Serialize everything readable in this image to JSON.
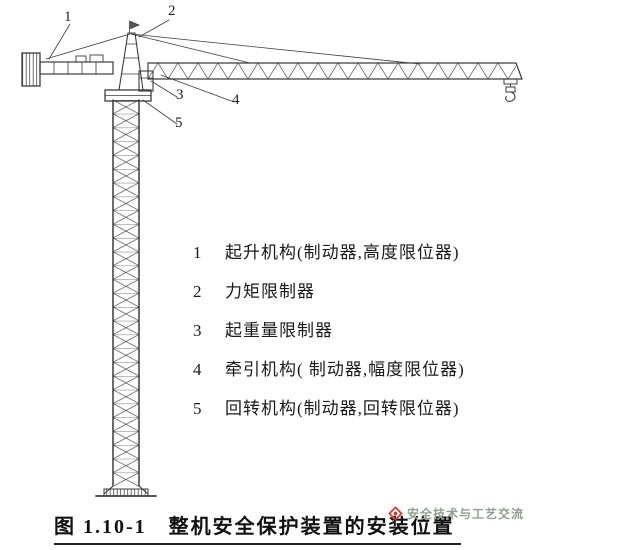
{
  "figure": {
    "caption": "图 1.10-1　整机安全保护装置的安装位置",
    "watermark": "安全技术与工艺交流"
  },
  "callouts": [
    {
      "num": "1"
    },
    {
      "num": "2"
    },
    {
      "num": "3"
    },
    {
      "num": "4"
    },
    {
      "num": "5"
    }
  ],
  "legend": {
    "items": [
      {
        "num": "1",
        "text": "起升机构(制动器,高度限位器)"
      },
      {
        "num": "2",
        "text": "力矩限制器"
      },
      {
        "num": "3",
        "text": "起重量限制器"
      },
      {
        "num": "4",
        "text": "牵引机构( 制动器,幅度限位器)"
      },
      {
        "num": "5",
        "text": "回转机构(制动器,回转限位器)"
      }
    ]
  },
  "colors": {
    "line": "#3c3c3c",
    "text": "#1a1a1a",
    "watermark_red": "#d03a2a",
    "watermark_text": "#8fa08f",
    "background": "#ffffff"
  }
}
